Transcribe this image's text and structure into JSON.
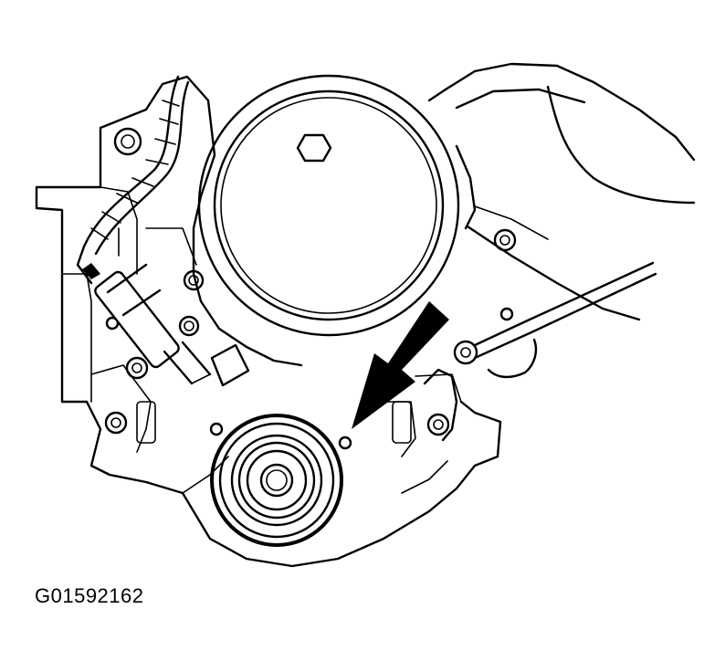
{
  "figure": {
    "id_label": "G01592162"
  },
  "parts": {
    "crank_seal_icon": "crankshaft-front-oil-seal",
    "arrow_icon": "pointer-arrow",
    "sensor_icon": "sensor-with-harness"
  },
  "colors": {
    "line": "#000000",
    "background": "#ffffff"
  }
}
